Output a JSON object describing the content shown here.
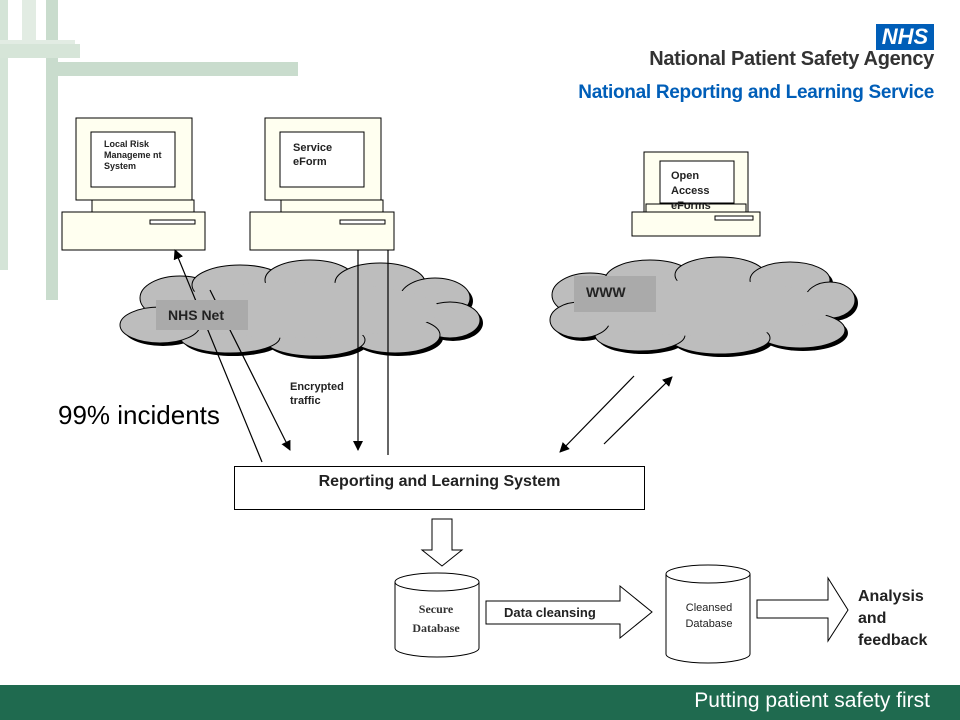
{
  "header": {
    "nhs_logo": "NHS",
    "agency": "National Patient Safety Agency",
    "service": "National Reporting and Learning Service"
  },
  "colors": {
    "nhs_blue": "#005eb8",
    "footer_green": "#1f6a4f",
    "cloud_grey": "#bdbdbd",
    "monitor_beige": "#fffff0"
  },
  "terminals": {
    "local_risk": "Local Risk Manageme nt System",
    "service_eform": "Service eForm",
    "open_access": "Open Access eForms"
  },
  "clouds": {
    "nhs_net": "NHS Net",
    "www": "WWW"
  },
  "labels": {
    "encrypted": "Encrypted traffic",
    "incidents": "99% incidents"
  },
  "system": {
    "rls": "Reporting and Learning System"
  },
  "databases": {
    "secure": "Secure Database",
    "cleansed": "Cleansed Database"
  },
  "flow": {
    "cleansing": "Data cleansing",
    "analysis": "Analysis and feedback"
  },
  "footer": {
    "tagline": "Putting patient safety first"
  }
}
